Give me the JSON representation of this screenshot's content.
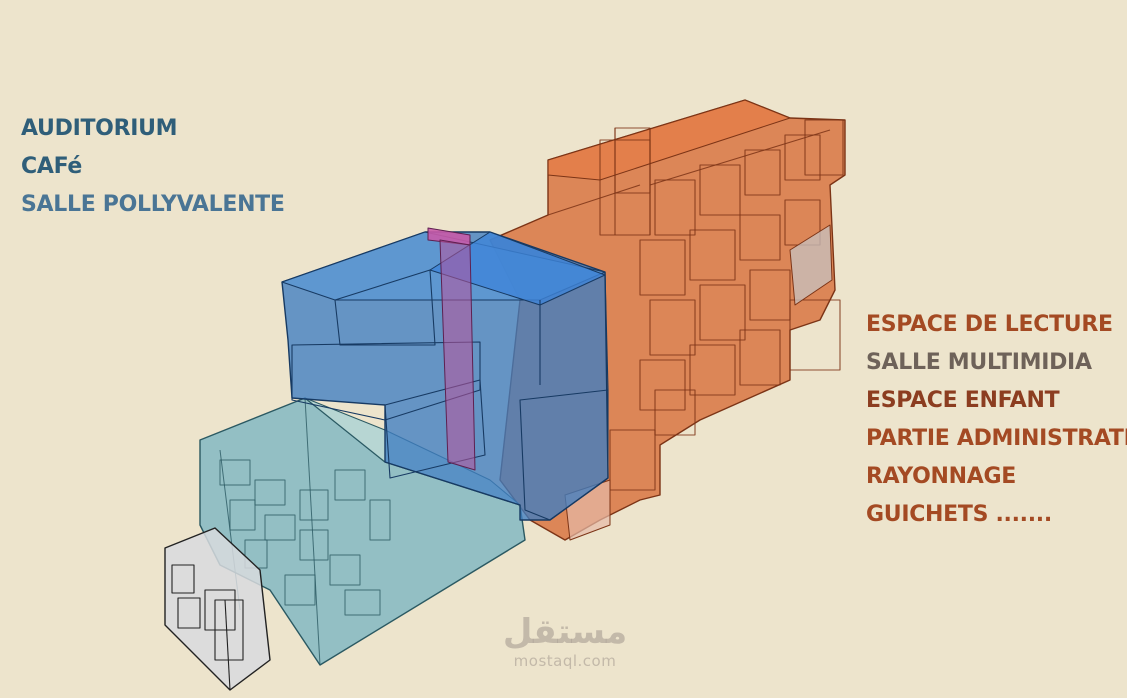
{
  "left_group": {
    "items": [
      {
        "label": "AUDITORIUM",
        "color": "#2f5e79"
      },
      {
        "label": "CAFé",
        "color": "#2f5e79"
      },
      {
        "label": "SALLE POLLYVALENTE",
        "color": "#4a7595"
      }
    ]
  },
  "right_group": {
    "items": [
      {
        "label": "ESPACE DE LECTURE",
        "color": "#a44a23"
      },
      {
        "label": "SALLE MULTIMIDIA",
        "color": "#6e6259"
      },
      {
        "label": "ESPACE ENFANT",
        "color": "#8c3d20"
      },
      {
        "label": "PARTIE ADMINISTRATION",
        "color": "#a44a23"
      },
      {
        "label": "RAYONNAGE",
        "color": "#a44a23"
      },
      {
        "label": "GUICHETS .......",
        "color": "#a44a23"
      }
    ]
  },
  "diagram": {
    "colors": {
      "blue": "#3f7ec2",
      "light_blue": "#7fb7c2",
      "orange": "#d5612a",
      "grey": "#d8dade",
      "magenta": "#c85aa8",
      "background": "#ede4cc"
    }
  },
  "watermark": {
    "arabic": "مستقل",
    "latin": "mostaql.com"
  }
}
